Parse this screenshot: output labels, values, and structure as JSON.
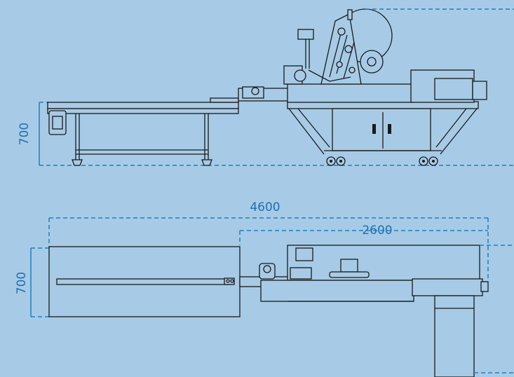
{
  "dimensions": {
    "side_height": "700",
    "top_total_length": "4600",
    "top_machine_length": "2600",
    "top_width": "700"
  },
  "colors": {
    "background": "#a7cbe6",
    "dimension": "#1f7fc0",
    "outline": "#1a1a1a"
  }
}
